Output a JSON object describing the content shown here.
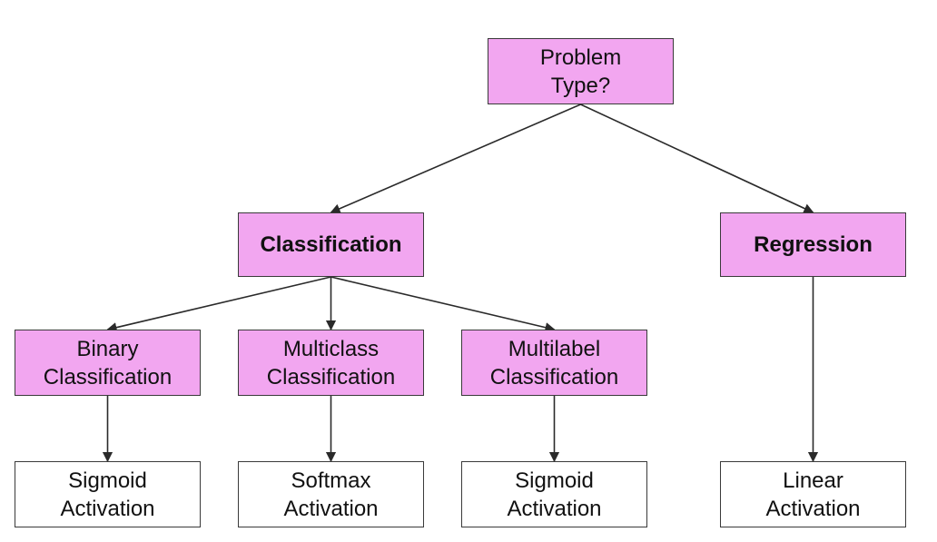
{
  "colors": {
    "decision_fill": "#f2a6f0",
    "output_fill": "#ffffff",
    "stroke": "#3a3a3a"
  },
  "nodes": {
    "root": "Problem\nType?",
    "classification": "Classification",
    "regression": "Regression",
    "binary": "Binary\nClassification",
    "multiclass": "Multiclass\nClassification",
    "multilabel": "Multilabel\nClassification",
    "sigmoid_1": "Sigmoid\nActivation",
    "softmax": "Softmax\nActivation",
    "sigmoid_2": "Sigmoid\nActivation",
    "linear": "Linear\nActivation"
  },
  "edges": [
    {
      "from": "root",
      "to": "classification"
    },
    {
      "from": "root",
      "to": "regression"
    },
    {
      "from": "classification",
      "to": "binary"
    },
    {
      "from": "classification",
      "to": "multiclass"
    },
    {
      "from": "classification",
      "to": "multilabel"
    },
    {
      "from": "binary",
      "to": "sigmoid_1"
    },
    {
      "from": "multiclass",
      "to": "softmax"
    },
    {
      "from": "multilabel",
      "to": "sigmoid_2"
    },
    {
      "from": "regression",
      "to": "linear"
    }
  ]
}
